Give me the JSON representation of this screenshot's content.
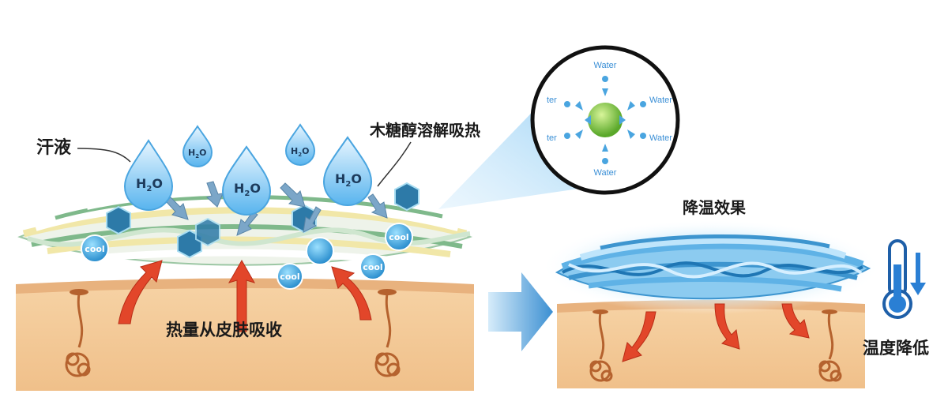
{
  "labels": {
    "sweat": "汗液",
    "xylitol": "木糖醇溶解吸热",
    "heat_absorb": "热量从皮肤吸收",
    "cooling_effect": "降温效果",
    "temp_drop": "温度降低"
  },
  "drops": {
    "h2o": "H",
    "h2o_sub": "2",
    "h2o_o": "O"
  },
  "badges": {
    "cool": "cool"
  },
  "inset": {
    "water": "Water",
    "water_cut": "ter",
    "water_cut_left": "ter"
  },
  "colors": {
    "skin": "#f3c894",
    "skin_dark": "#e0a46c",
    "fabric_white": "#f4f7f2",
    "fabric_yellow": "#f1e7a8",
    "fabric_green": "#7fb98b",
    "cool_fabric": "#5fb2e6",
    "drop_blue": "#5fb7ef",
    "heat_arrow": "#e2462a"
  }
}
